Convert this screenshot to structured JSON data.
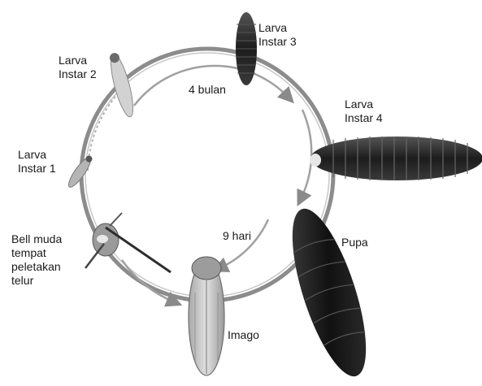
{
  "diagram": {
    "stages": {
      "larva3": [
        "Larva",
        "Instar 3"
      ],
      "larva2": [
        "Larva",
        "Instar 2"
      ],
      "larva4": [
        "Larva",
        "Instar 4"
      ],
      "larva1": [
        "Larva",
        "Instar 1"
      ],
      "egg_site": [
        "Bell muda",
        "tempat",
        "peletakan",
        "telur"
      ],
      "pupa": [
        "Pupa"
      ],
      "imago": [
        "Imago"
      ]
    },
    "durations": {
      "larva_period": "4 bulan",
      "pupa_period": "9 hari"
    },
    "colors": {
      "cycle_ring": "#8c8c8c",
      "arrow": "#9a9a9a",
      "larva_body": "#2a2a2a",
      "pupa_body": "#1e1e1e",
      "imago_body": "#bdbdbd"
    }
  }
}
